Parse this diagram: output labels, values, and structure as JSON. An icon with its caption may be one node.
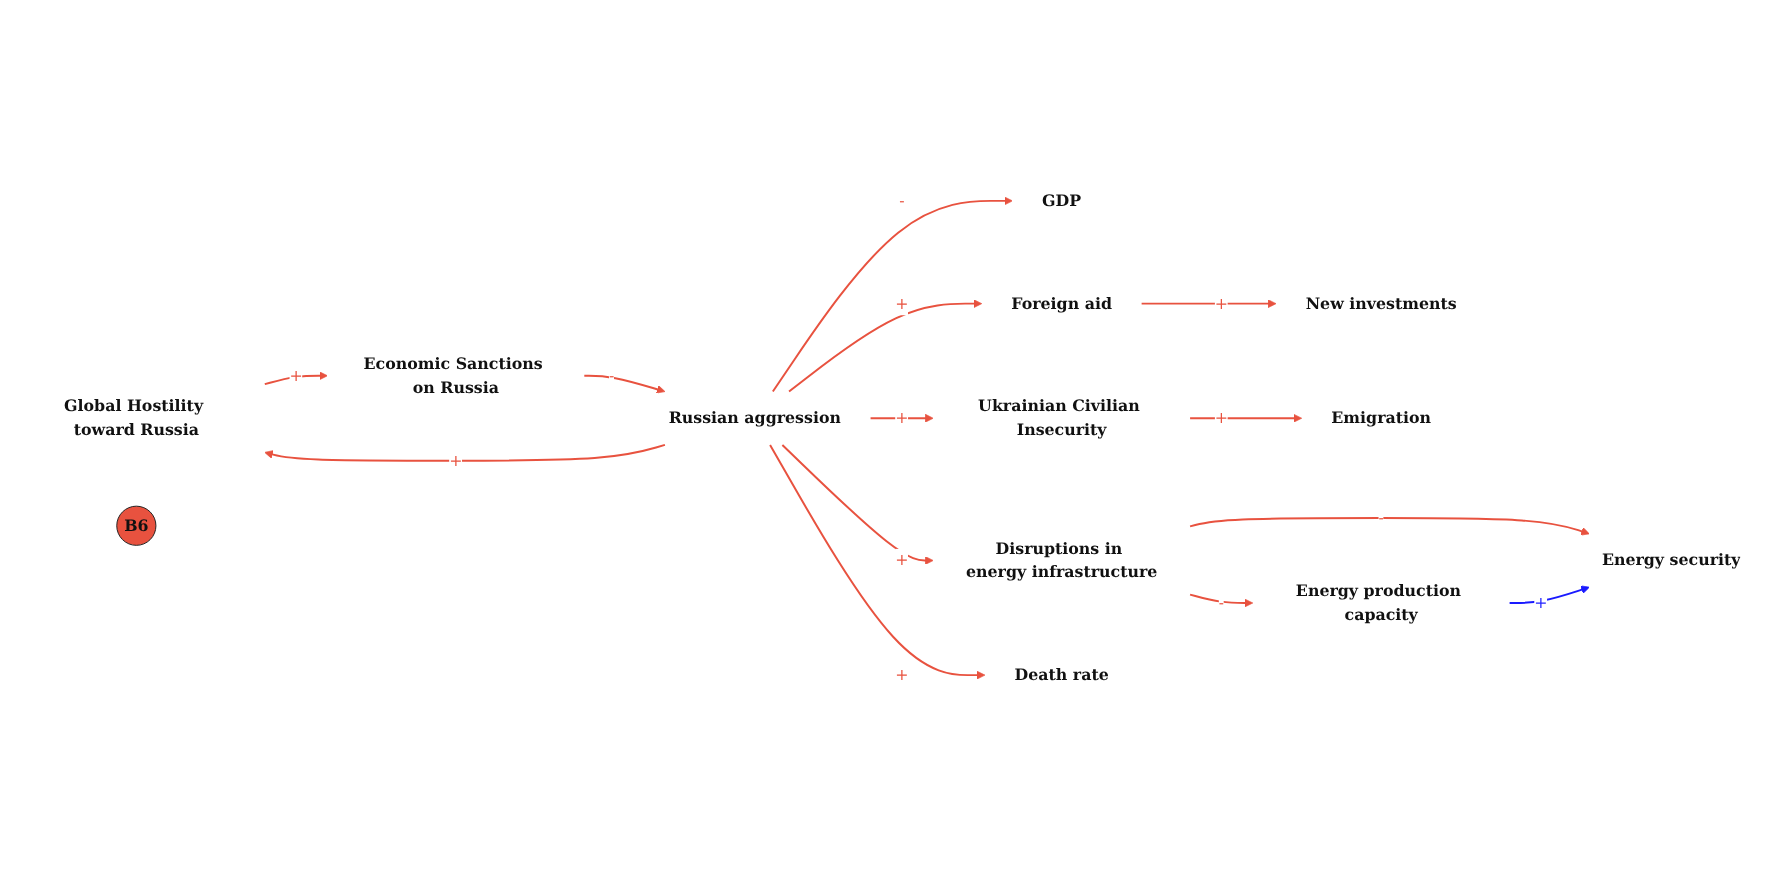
{
  "diagram": {
    "nodes": [
      {
        "text": [
          "GDP"
        ]
      },
      {
        "text": [
          "Global Hostility toward Russia"
        ]
      },
      {
        "text": [
          "Economic Sanctions on Russia"
        ]
      },
      {
        "text": [
          "B6"
        ]
      },
      {
        "text": [
          "Russian aggression"
        ]
      },
      {
        "text": [
          "Disruptions in energy infrastructure"
        ]
      },
      {
        "text": [
          "Energy security"
        ]
      },
      {
        "text": [
          "Foreign aid"
        ]
      },
      {
        "text": [
          "New investments"
        ]
      },
      {
        "text": [
          "Ukrainian Civilian Insecurity"
        ]
      },
      {
        "text": [
          "Death rate"
        ]
      },
      {
        "text": [
          "Emigration"
        ]
      },
      {
        "text": [
          "Energy production capacity"
        ]
      }
    ],
    "edges": [
      {
        "from": 4,
        "to": 0,
        "arrow": "to",
        "label": "-"
      },
      {
        "from": 4,
        "to": 1,
        "arrow": "to",
        "label": "+"
      },
      {
        "from": 1,
        "to": 2,
        "arrow": "to",
        "label": "+"
      },
      {
        "from": 2,
        "to": 4,
        "arrow": "to",
        "label": "-"
      },
      {
        "from": 4,
        "to": 5,
        "arrow": "to",
        "label": "+"
      },
      {
        "from": 5,
        "to": 6,
        "arrow": "to",
        "label": "-"
      },
      {
        "from": 5,
        "to": 12,
        "arrow": "to",
        "label": "-"
      },
      {
        "from": 12,
        "to": 6,
        "arrow": "to",
        "label": "+",
        "color": "#1a1aff"
      },
      {
        "from": 4,
        "to": 7,
        "arrow": "to",
        "label": "+"
      },
      {
        "from": 7,
        "to": 8,
        "arrow": "to",
        "label": "+"
      },
      {
        "from": 4,
        "to": 9,
        "arrow": "to",
        "label": "+"
      },
      {
        "from": 4,
        "to": 10,
        "arrow": "to",
        "label": "+"
      },
      {
        "from": 9,
        "to": 11,
        "arrow": "to",
        "label": "+"
      }
    ]
  }
}
